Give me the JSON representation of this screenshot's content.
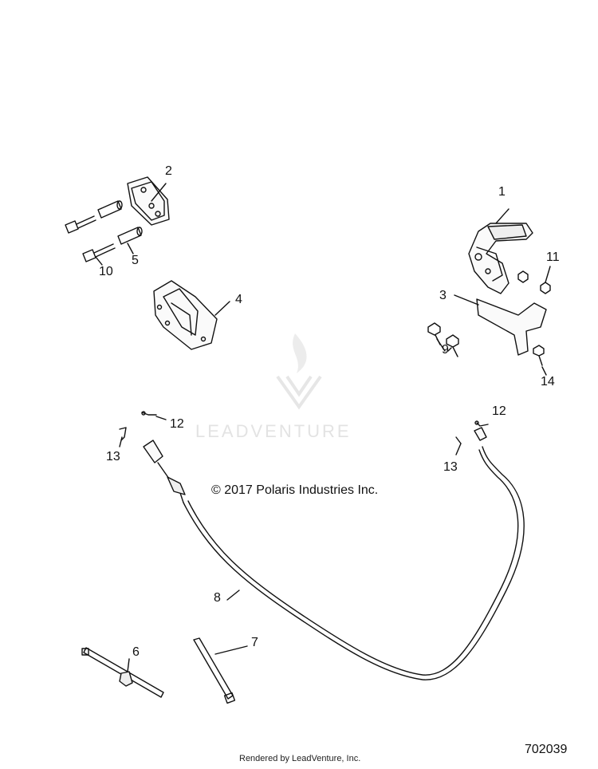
{
  "callouts": {
    "c1": "1",
    "c2": "2",
    "c3": "3",
    "c4": "4",
    "c5": "5",
    "c6": "6",
    "c7": "7",
    "c8": "8",
    "c9": "9",
    "c10": "10",
    "c11": "11",
    "c12a": "12",
    "c12b": "12",
    "c13a": "13",
    "c13b": "13",
    "c14": "14"
  },
  "copyright": "© 2017 Polaris Industries Inc.",
  "watermark": "LEADVENTURE",
  "footer": "Rendered by LeadVenture, Inc.",
  "reference_number": "702039",
  "icons": {
    "watermark_logo": "flame-v-logo-icon"
  }
}
